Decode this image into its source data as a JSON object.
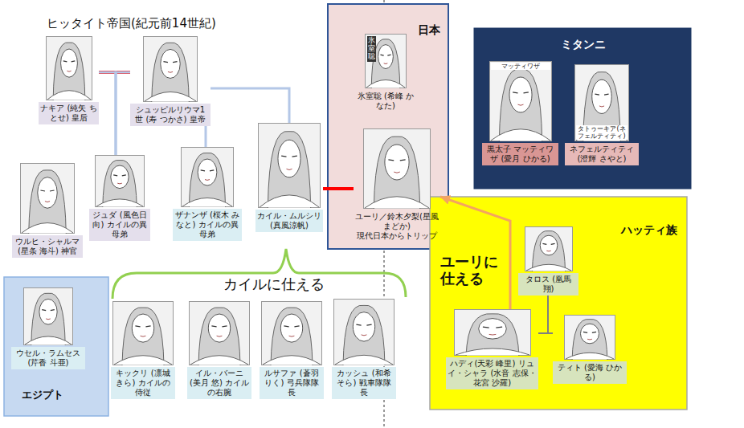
{
  "diagram": {
    "title": "ヒッタイト帝国(紀元前14世紀)",
    "nodes": [
      {
        "text": [
          "ナキア (純矢 ちとせ) 皇后"
        ]
      },
      {
        "text": [
          "シュッピルリウマ1世 (寿 つかさ) 皇帝"
        ]
      },
      {
        "text": [
          "日本"
        ]
      },
      {
        "text": [
          "氷室聡",
          "氷室聡 (希峰 かなた)"
        ],
        "in": 2
      },
      {
        "text": [
          "ミタンニ"
        ]
      },
      {
        "text": [
          "マッティワザ",
          "黒太子 マッティワザ (愛月 ひかる)"
        ],
        "in": 4
      },
      {
        "text": [
          "タトゥーキア(ネフェルティティ)",
          "ネフェルティティ (澄輝 さやと)"
        ],
        "in": 4
      },
      {
        "text": [
          "ウルヒ・シャルマ (星条 海斗) 神官"
        ]
      },
      {
        "text": [
          "ジュダ (風色日向) カイルの異母弟"
        ]
      },
      {
        "text": [
          "ザナンザ (桜木 みなと) カイルの異母弟"
        ]
      },
      {
        "text": [
          "カイル・ムルシリ (真風涼帆)"
        ]
      },
      {
        "text": [
          "ユーリ／鈴木夕梨(星風 まどか)",
          "現代日本からトリップ"
        ],
        "in": 2
      },
      {
        "text": [
          "ハッティ族"
        ]
      },
      {
        "text": [
          "タロス (凰馬 翔)"
        ],
        "in": 12
      },
      {
        "text": [
          "エジプト"
        ]
      },
      {
        "text": [
          "ウセル・ラムセス (芹香 斗亜)"
        ],
        "in": 14
      },
      {
        "text": [
          "キックリ (凛城 きら) カイルの侍従"
        ]
      },
      {
        "text": [
          "イル・バーニ (美月 悠) カイルの右腕"
        ]
      },
      {
        "text": [
          "ルサファ (蒼羽 りく) 弓兵隊隊長"
        ]
      },
      {
        "text": [
          "カッシュ (和希 そら) 戦車隊隊長"
        ]
      },
      {
        "text": [
          "ハディ(天彩 峰里) リュイ・シャラ (水音 志保・花宮 沙羅)"
        ],
        "in": 12
      },
      {
        "text": [
          "ティト (愛海 ひかる)"
        ],
        "in": 12
      }
    ],
    "edges": [
      {
        "from": 0,
        "to": 1,
        "arrow": "none"
      },
      {
        "from": 0,
        "to": 8,
        "arrow": "none"
      },
      {
        "from": 1,
        "to": 8,
        "arrow": "none"
      },
      {
        "from": 1,
        "to": 9,
        "arrow": "none"
      },
      {
        "from": 1,
        "to": 10,
        "arrow": "none"
      },
      {
        "from": 10,
        "to": 11,
        "arrow": "none"
      },
      {
        "from": 13,
        "to": 20,
        "arrow": "none"
      },
      {
        "from": 13,
        "to": 21,
        "arrow": "none"
      },
      {
        "from": 20,
        "to": 11,
        "arrow": "to"
      }
    ],
    "labels": [
      "カイルに仕える",
      "ユーリに 仕える"
    ]
  }
}
